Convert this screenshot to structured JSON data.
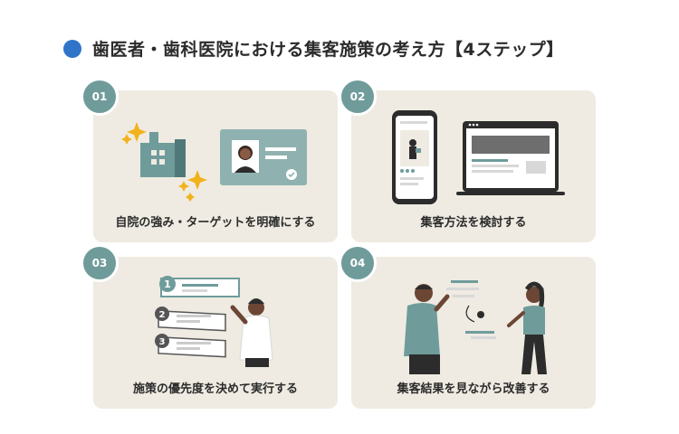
{
  "header": {
    "title": "歯医者・歯科医院における集客施策の考え方【4ステップ】",
    "dot_color": "#2f74c9"
  },
  "colors": {
    "card_bg": "#efebe2",
    "accent_teal": "#6f9c9b",
    "sparkle": "#f2b21b"
  },
  "steps": [
    {
      "number": "01",
      "caption": "自院の強み・ターゲットを明確にする",
      "icon": "clinic-building-and-id-card"
    },
    {
      "number": "02",
      "caption": "集客方法を検討する",
      "icon": "smartphone-and-monitor"
    },
    {
      "number": "03",
      "caption": "施策の優先度を決めて実行する",
      "icon": "priority-list-with-person"
    },
    {
      "number": "04",
      "caption": "集客結果を見ながら改善する",
      "icon": "two-people-discussing-chart"
    }
  ],
  "priority_list": [
    "1",
    "2",
    "3"
  ]
}
